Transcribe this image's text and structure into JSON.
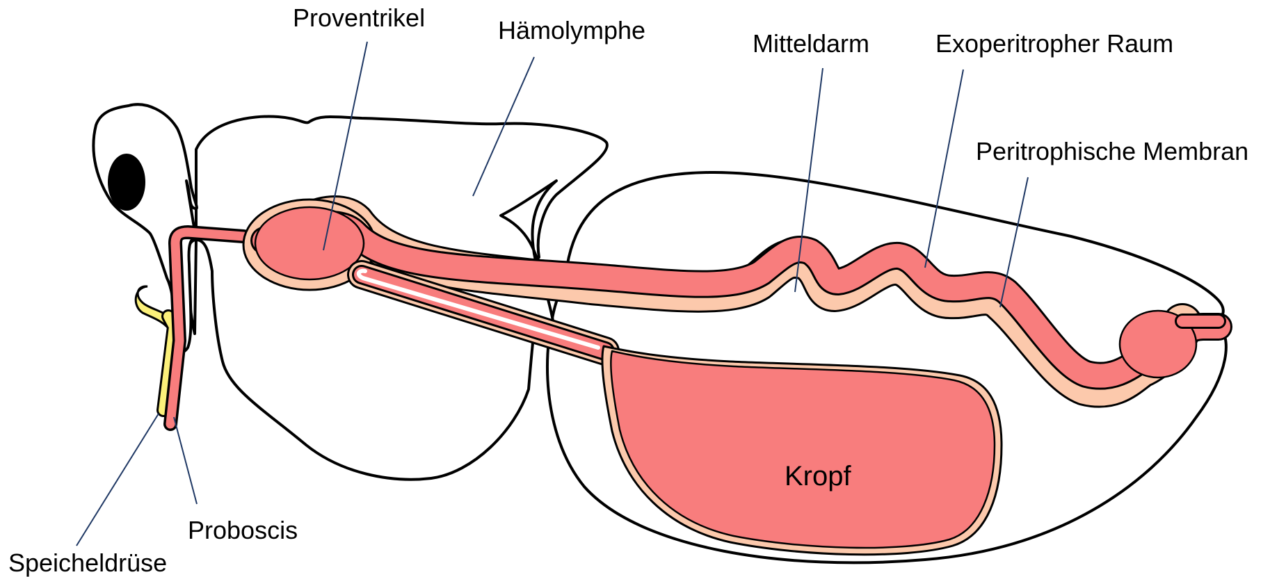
{
  "labels": {
    "proventrikel": "Proventrikel",
    "haemolymphe": "Hämolymphe",
    "mitteldarm": "Mitteldarm",
    "exoperitropher_raum": "Exoperitropher Raum",
    "peritrophische_membran": "Peritrophische Membran",
    "kropf": "Kropf",
    "proboscis": "Proboscis",
    "speicheldruese": "Speicheldrüse"
  },
  "colors": {
    "gut_lumen": "#f87d7d",
    "peritrophic_space": "#fcc9ac",
    "salivary_gland": "#fbf07a",
    "outline": "#000000",
    "leader_lines": "#1f3864",
    "eye": "#000000"
  }
}
